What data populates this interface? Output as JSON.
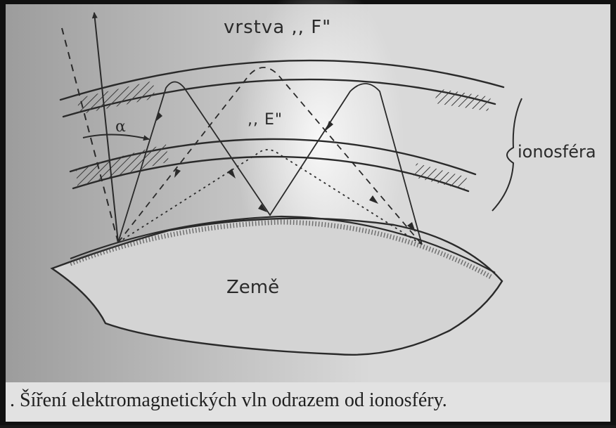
{
  "labels": {
    "layer_f": "vrstva ,, F\"",
    "layer_e": ",, E\"",
    "ionosphere": "ionosféra",
    "angle": "α",
    "earth": "Země"
  },
  "caption": ". Šíření elektromagnetických vln odrazem od ionosféry.",
  "colors": {
    "paper": "#dcdcdc",
    "ink": "#2a2a2a",
    "border": "#111111"
  }
}
